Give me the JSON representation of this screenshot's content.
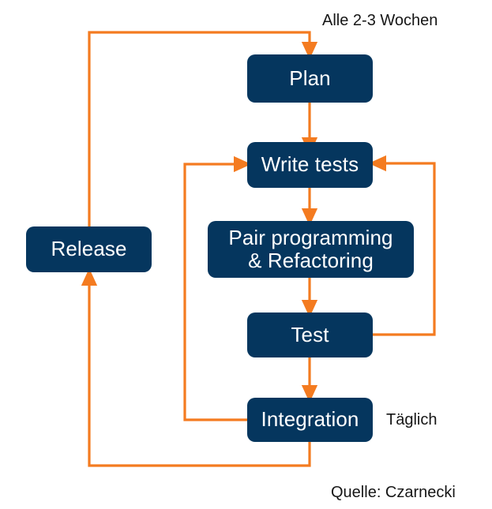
{
  "diagram": {
    "title": "Agile development cycle flow diagram",
    "colors": {
      "node_fill": "#05365E",
      "node_text": "#FFFFFF",
      "arrow": "#F47B20",
      "background": "#FFFFFF",
      "caption_text": "#161616"
    },
    "nodes": [
      {
        "id": "plan",
        "label": "Plan"
      },
      {
        "id": "write-tests",
        "label": "Write tests"
      },
      {
        "id": "pair-programming",
        "label": "Pair programming\n& Refactoring"
      },
      {
        "id": "test",
        "label": "Test"
      },
      {
        "id": "integration",
        "label": "Integration"
      },
      {
        "id": "release",
        "label": "Release"
      }
    ],
    "captions": [
      {
        "id": "iteration-cadence",
        "text": "Alle 2-3 Wochen"
      },
      {
        "id": "integration-cadence",
        "text": "Täglich"
      },
      {
        "id": "source",
        "text": "Quelle: Czarnecki"
      }
    ],
    "connections": [
      {
        "from": "release",
        "to": "plan",
        "label": ""
      },
      {
        "from": "plan",
        "to": "write-tests",
        "label": ""
      },
      {
        "from": "write-tests",
        "to": "pair-programming",
        "label": ""
      },
      {
        "from": "pair-programming",
        "to": "test",
        "label": ""
      },
      {
        "from": "test",
        "to": "write-tests",
        "label": ""
      },
      {
        "from": "test",
        "to": "integration",
        "label": ""
      },
      {
        "from": "integration",
        "to": "write-tests",
        "label": ""
      },
      {
        "from": "integration",
        "to": "release",
        "label": ""
      }
    ]
  }
}
